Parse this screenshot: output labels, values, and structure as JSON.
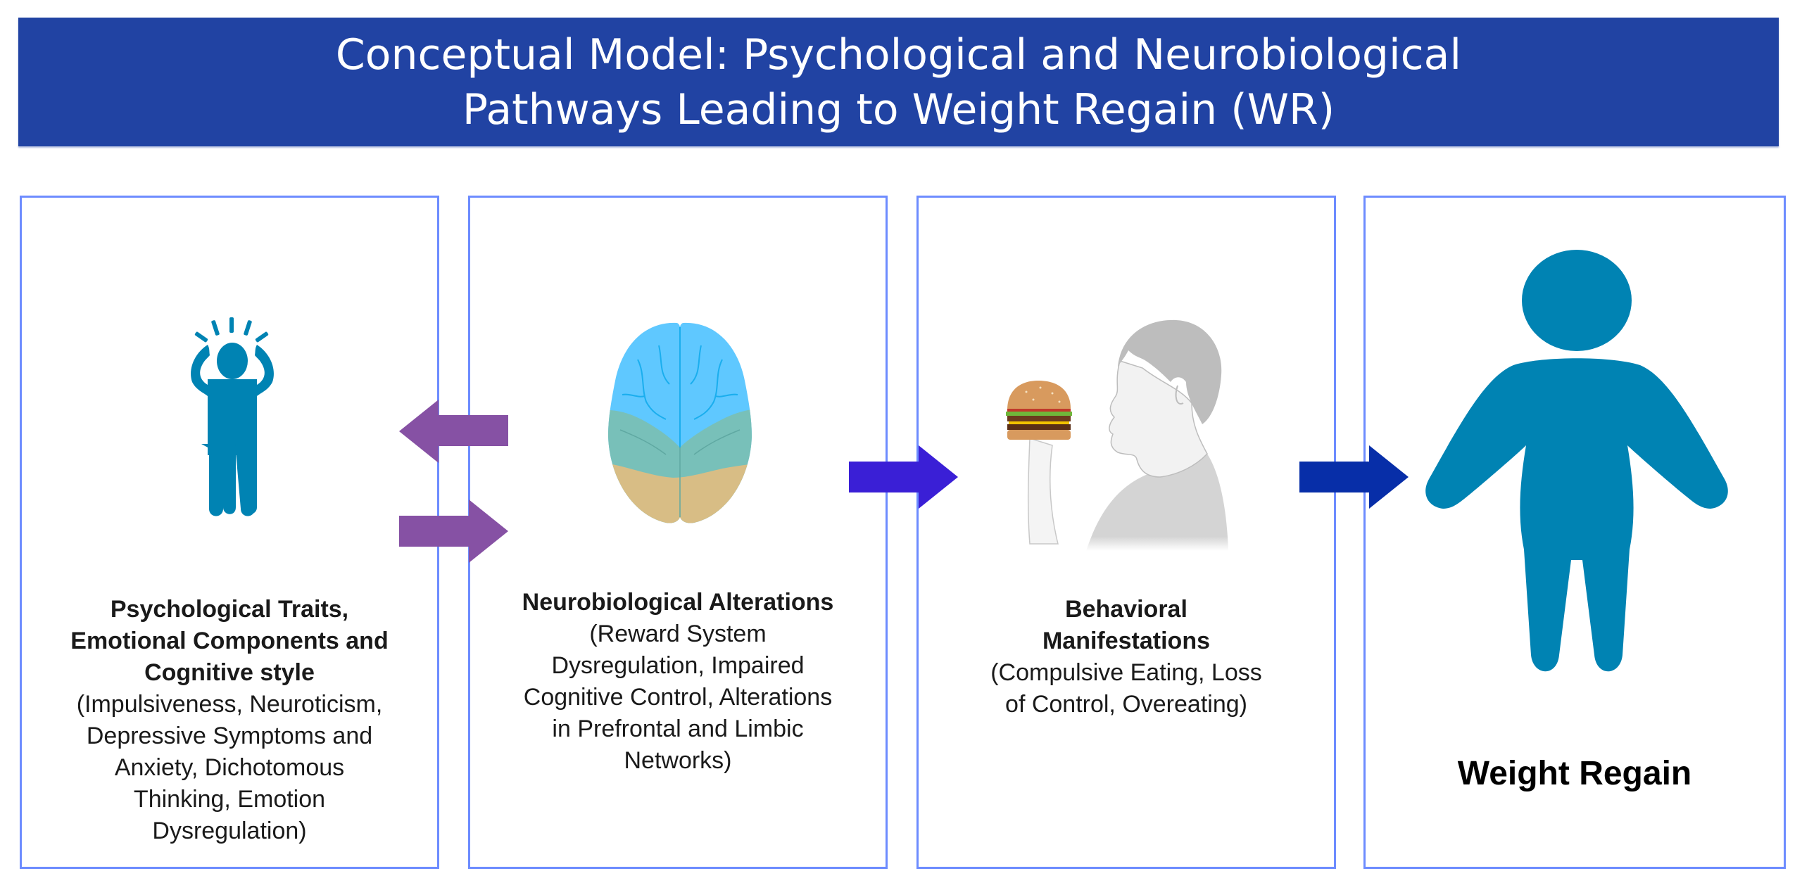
{
  "title": {
    "line1": "Conceptual Model: Psychological and Neurobiological",
    "line2": "Pathways Leading to Weight Regain (WR)"
  },
  "colors": {
    "banner": "#2143A3",
    "panel_border": "#6D8CFF",
    "figure_teal": "#0083B3",
    "bidirectional_arrow": "#8651A4",
    "arrow_2_to_3": "#3A1FD6",
    "arrow_3_to_4": "#072EA8"
  },
  "panels": [
    {
      "id": "psychological",
      "icon": "stressed-person-icon",
      "heading": "Psychological Traits, Emotional Components and Cognitive style",
      "body": "(Impulsiveness, Neuroticism, Depressive Symptoms and Anxiety,  Dichotomous Thinking, Emotion Dysregulation)"
    },
    {
      "id": "neurobiological",
      "icon": "brain-icon",
      "heading": "Neurobiological Alterations",
      "body": "(Reward System Dysregulation, Impaired Cognitive Control, Alterations in Prefrontal and Limbic Networks)"
    },
    {
      "id": "behavioral",
      "icon": "person-eating-burger-icon",
      "heading": "Behavioral Manifestations",
      "body": "(Compulsive Eating, Loss of Control, Overeating)"
    },
    {
      "id": "weight-regain",
      "icon": "overweight-person-icon",
      "heading": "Weight Regain",
      "body": ""
    }
  ],
  "connections": [
    {
      "from": "neurobiological",
      "to": "psychological",
      "direction": "left"
    },
    {
      "from": "psychological",
      "to": "neurobiological",
      "direction": "right"
    },
    {
      "from": "neurobiological",
      "to": "behavioral",
      "direction": "right"
    },
    {
      "from": "behavioral",
      "to": "weight-regain",
      "direction": "right"
    }
  ]
}
